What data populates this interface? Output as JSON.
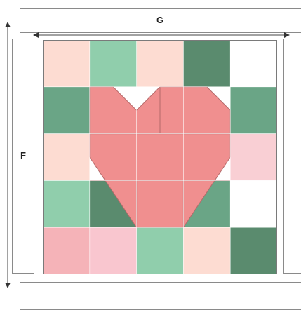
{
  "labels": {
    "width": "G",
    "height": "F"
  },
  "colors": {
    "outline": "#7a7a7a",
    "heart": "#f08f8f",
    "heart_seam": "#b56a6a",
    "block_line": "#ffffff"
  },
  "quilt": {
    "rows": 5,
    "cols": 5,
    "cells": [
      [
        "#fddcd2",
        "#90ceac",
        "#fddcd2",
        "#5a8b6e",
        "#ffffff"
      ],
      [
        "#6aa586",
        "#ffffff",
        "#ffffff",
        "#ffffff",
        "#6aa586"
      ],
      [
        "#fddcd2",
        "#ffffff",
        "#ffffff",
        "#ffffff",
        "#f9cfd4"
      ],
      [
        "#90ceac",
        "#5a8b6e",
        "#ffffff",
        "#6aa586",
        "#ffffff"
      ],
      [
        "#f5b3b8",
        "#f9c6cf",
        "#90ceac",
        "#fddcd2",
        "#5a8b6e"
      ]
    ]
  }
}
